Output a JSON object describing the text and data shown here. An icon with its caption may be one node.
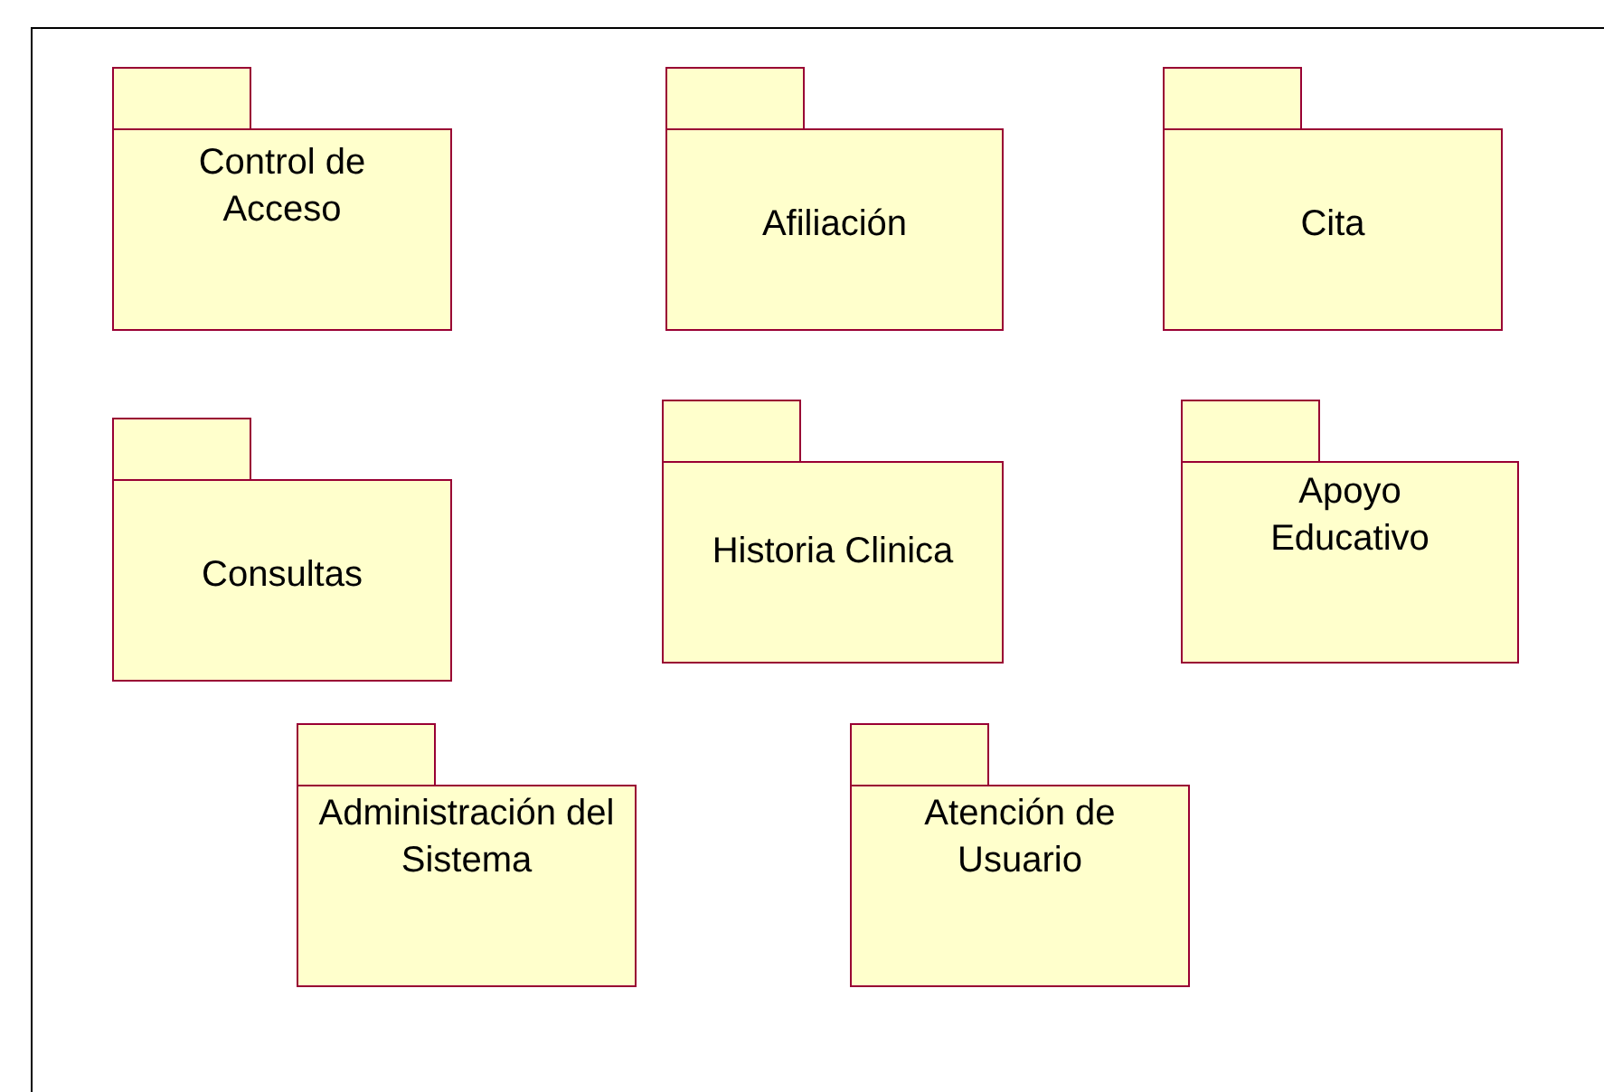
{
  "diagram": {
    "nodes": [
      {
        "text": [
          "Control de Acceso"
        ]
      },
      {
        "text": [
          "Afiliación"
        ]
      },
      {
        "text": [
          "Cita"
        ]
      },
      {
        "text": [
          "Consultas"
        ]
      },
      {
        "text": [
          "Historia Clinica"
        ]
      },
      {
        "text": [
          "Apoyo Educativo"
        ]
      },
      {
        "text": [
          "Administración del Sistema"
        ]
      },
      {
        "text": [
          "Atención de Usuario"
        ]
      }
    ]
  }
}
